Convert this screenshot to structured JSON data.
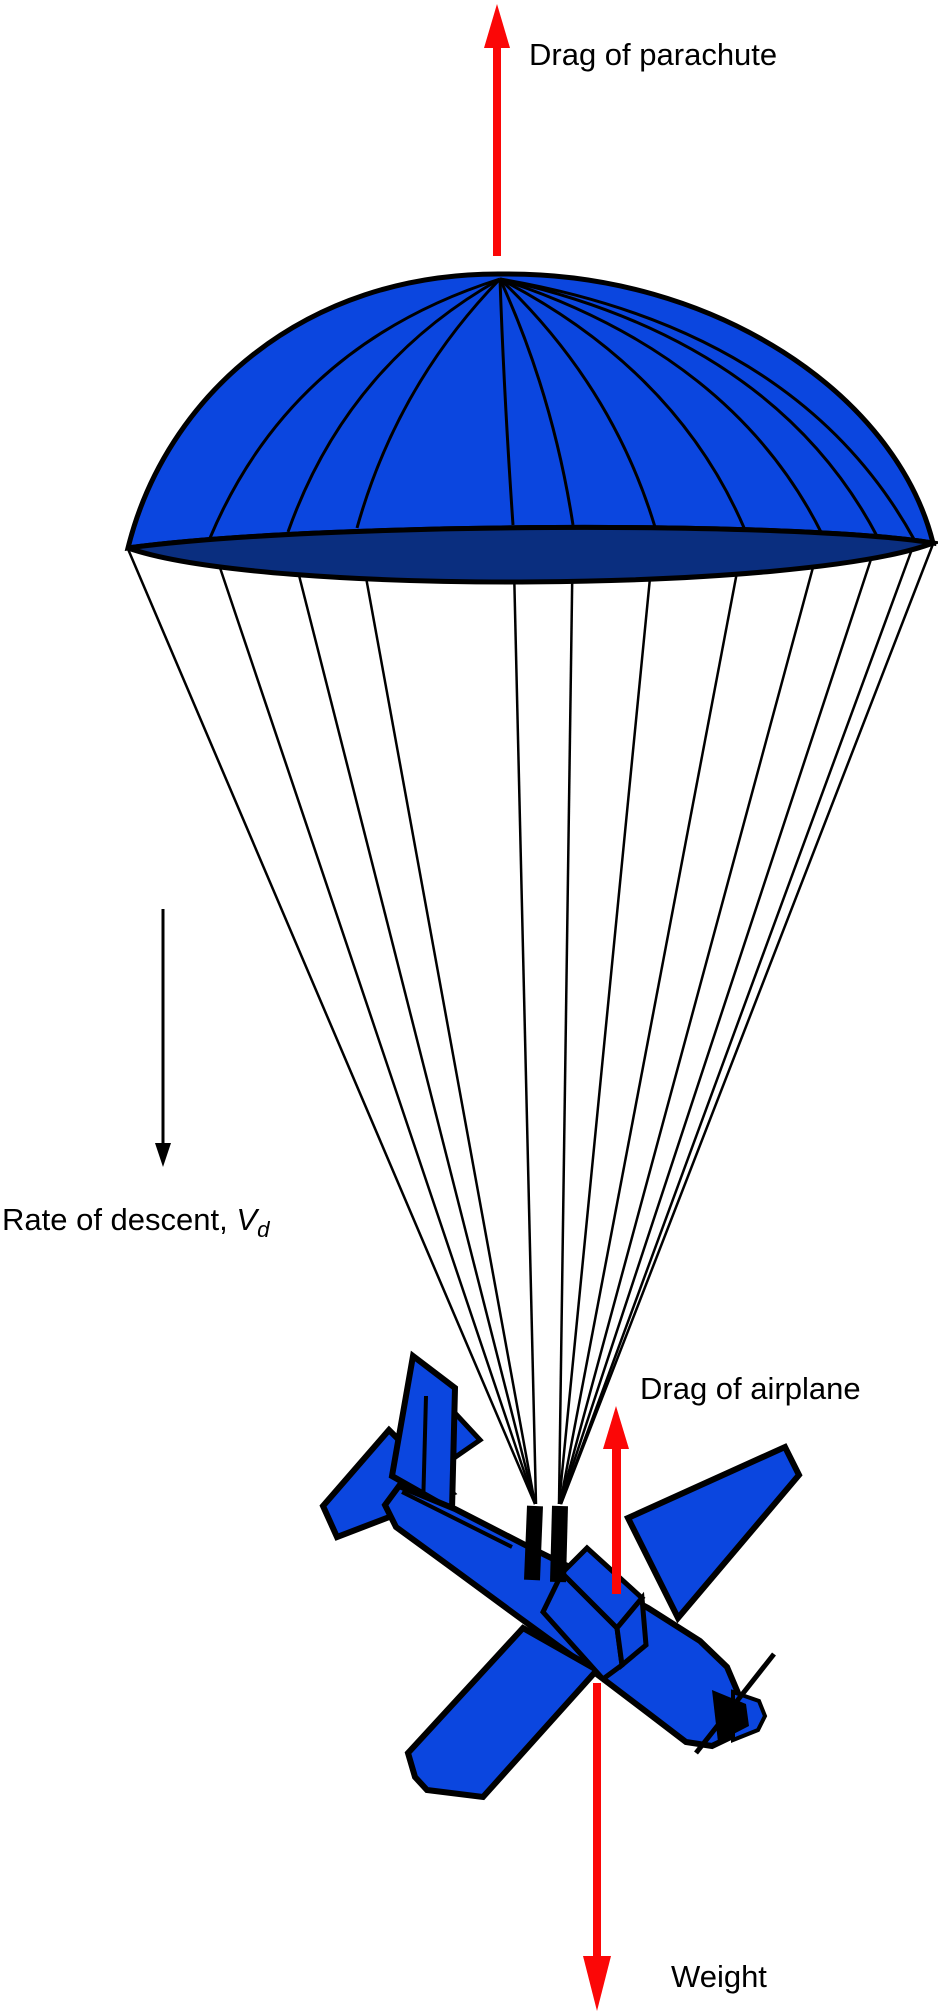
{
  "diagram": {
    "description_labels": {
      "drag_of_parachute": "Drag of parachute",
      "rate_of_descent_prefix": "Rate of descent, ",
      "rate_of_descent_symbol": "V",
      "rate_of_descent_subscript": "d",
      "drag_of_airplane": "Drag of airplane",
      "weight": "Weight"
    },
    "arrows": [
      {
        "name": "drag-of-parachute-arrow",
        "direction": "up",
        "color_role": "red"
      },
      {
        "name": "rate-of-descent-arrow",
        "direction": "down",
        "color_role": "black"
      },
      {
        "name": "drag-of-airplane-arrow",
        "direction": "up",
        "color_role": "red"
      },
      {
        "name": "weight-arrow",
        "direction": "down",
        "color_role": "red"
      }
    ],
    "colors": {
      "canopy_blue": "#0B46DF",
      "canopy_underside_navy": "#0A2E7F",
      "force_arrow_red": "#FB0707",
      "line_black": "#000000",
      "background": "#FFFFFF"
    }
  }
}
